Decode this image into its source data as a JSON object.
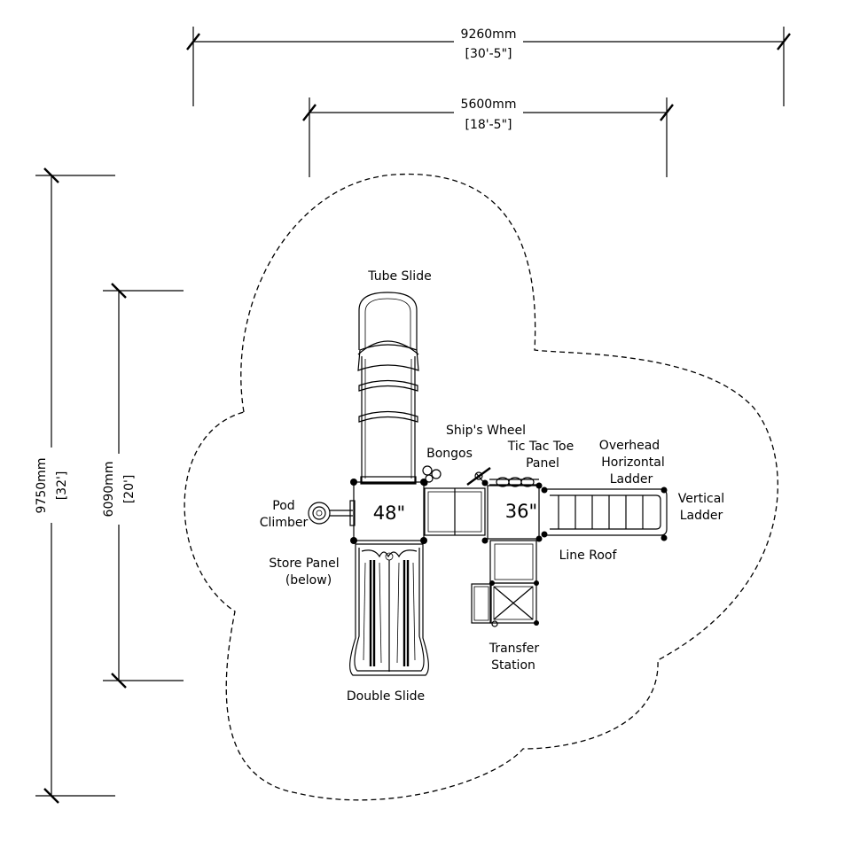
{
  "dimensions": {
    "overall_width_mm": "9260mm",
    "overall_width_ft": "[30'-5\"]",
    "structure_width_mm": "5600mm",
    "structure_width_ft": "[18'-5\"]",
    "overall_depth_mm": "9750mm",
    "overall_depth_ft": "[32']",
    "structure_depth_mm": "6090mm",
    "structure_depth_ft": "[20']"
  },
  "decks": {
    "deck_48": "48\"",
    "deck_36": "36\""
  },
  "labels": {
    "tube_slide": "Tube Slide",
    "ships_wheel": "Ship's Wheel",
    "bongos": "Bongos",
    "tic_tac_toe_1": "Tic Tac Toe",
    "tic_tac_toe_2": "Panel",
    "overhead_1": "Overhead",
    "overhead_2": "Horizontal",
    "overhead_3": "Ladder",
    "vertical_1": "Vertical",
    "vertical_2": "Ladder",
    "pod_1": "Pod",
    "pod_2": "Climber",
    "store_1": "Store Panel",
    "store_2": "(below)",
    "line_roof": "Line Roof",
    "transfer_1": "Transfer",
    "transfer_2": "Station",
    "double_slide": "Double Slide"
  }
}
